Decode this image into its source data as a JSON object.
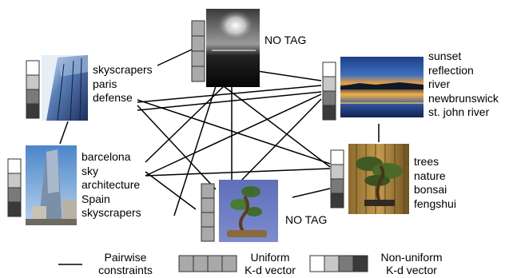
{
  "nodes": [
    {
      "id": "top",
      "caption": "NO TAG",
      "tags": [],
      "vector": "uniform"
    },
    {
      "id": "bottom-center",
      "caption": "NO TAG",
      "tags": [],
      "vector": "uniform"
    },
    {
      "id": "paris",
      "caption": "",
      "tags": [
        "skyscrapers",
        "paris",
        "defense"
      ],
      "vector": "non-uniform"
    },
    {
      "id": "barcelona",
      "caption": "",
      "tags": [
        "barcelona",
        "sky",
        "architecture",
        "Spain",
        "skyscrapers"
      ],
      "vector": "non-uniform"
    },
    {
      "id": "sunset",
      "caption": "",
      "tags": [
        "sunset",
        "reflection",
        "river",
        "newbrunswick",
        "st. john river"
      ],
      "vector": "non-uniform"
    },
    {
      "id": "bonsai",
      "caption": "",
      "tags": [
        "trees",
        "nature",
        "bonsai",
        "fengshui"
      ],
      "vector": "non-uniform"
    }
  ],
  "colors": {
    "uniform_cell": "#a9a9a9",
    "non_uniform_cells": [
      "#ffffff",
      "#c8c8c8",
      "#7a7a7a",
      "#3a3a3a"
    ],
    "edge": "#000000"
  },
  "legend": {
    "pairwise": {
      "line1": "Pairwise",
      "line2": "constraints"
    },
    "uniform": {
      "line1": "Uniform",
      "line2": "K-d vector"
    },
    "non_uniform": {
      "line1": "Non-uniform",
      "line2": "K-d vector"
    }
  }
}
